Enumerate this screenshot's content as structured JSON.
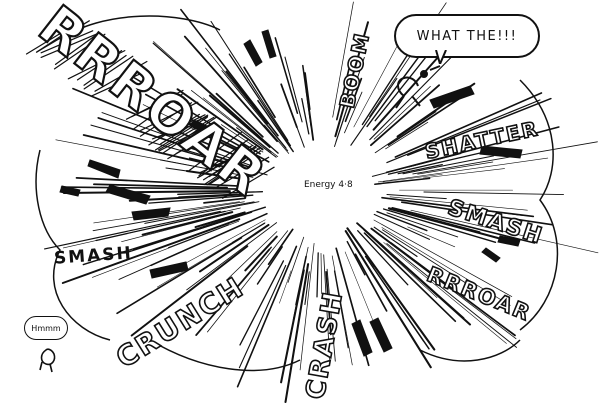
{
  "comic": {
    "speech_bubble_text": "WHAT THE!!!",
    "thought_bubble_text": "Hmmm",
    "center_label": "Energy 4·8",
    "sound_effects": {
      "rrroar_big": "RRROAR",
      "boom": "BOOM",
      "shatter": "SHATTER",
      "smash_right": "SMASH",
      "smash_left": "SMASH",
      "crunch": "CRUNCH",
      "crash": "CRASH",
      "rrroar_small": "RRROAR"
    }
  },
  "style": {
    "ink_color": "#111111",
    "paper_color": "#ffffff"
  }
}
